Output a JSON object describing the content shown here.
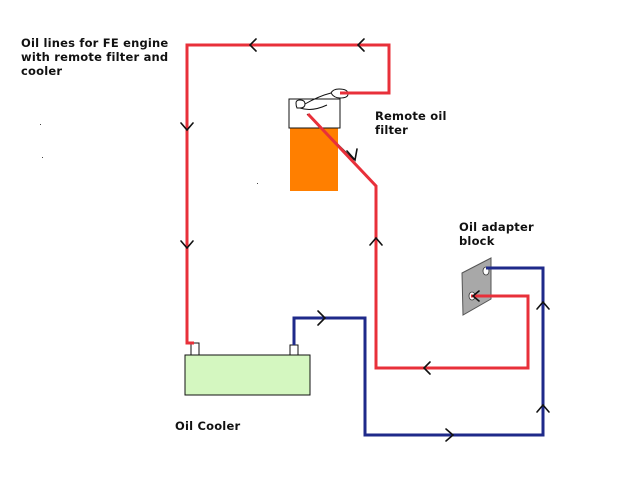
{
  "title": "Oil lines for FE engine with remote filter and cooler",
  "labels": {
    "remote_filter": "Remote oil filter",
    "adapter_block": "Oil adapter block",
    "oil_cooler": "Oil Cooler"
  },
  "colors": {
    "supply_line": "#e8303a",
    "return_line": "#1f2a8a",
    "filter_body": "#ff7f00",
    "cooler_body": "#d4f7c0",
    "adapter_block": "#a8a8a8"
  }
}
